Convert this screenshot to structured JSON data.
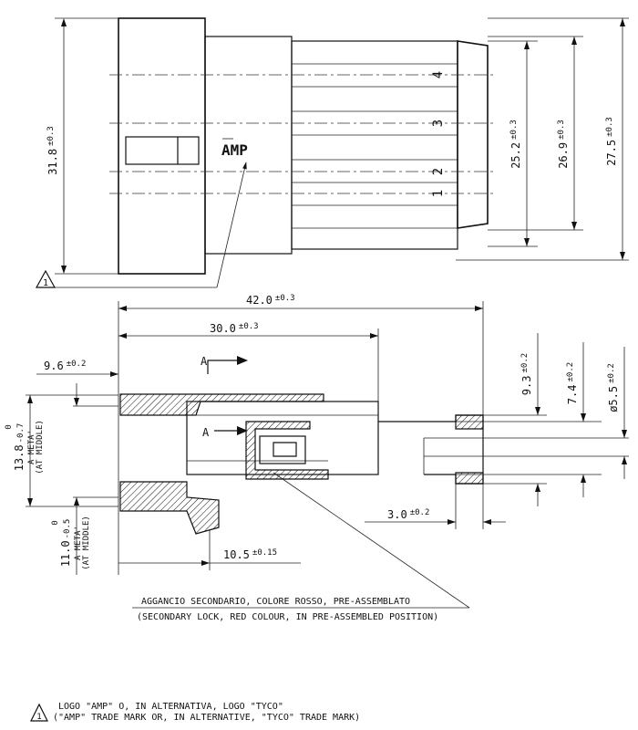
{
  "top_view": {
    "logo": "AMP",
    "logo_mark": "¨",
    "circuit_numbers": [
      "4",
      "3",
      "2",
      "1"
    ],
    "dims": {
      "height_overall": {
        "value": "31.8",
        "tol": "±0.3"
      },
      "pitch_span": {
        "value": "25.2",
        "tol": "±0.3"
      },
      "plate_inner": {
        "value": "26.9",
        "tol": "±0.3"
      },
      "plate_outer": {
        "value": "27.5",
        "tol": "±0.3"
      }
    },
    "flag": "1"
  },
  "section_view": {
    "section_label_top": "A",
    "section_label_mid": "A",
    "dims": {
      "length_overall": {
        "value": "42.0",
        "tol": "±0.3"
      },
      "length_body": {
        "value": "30.0",
        "tol": "±0.3"
      },
      "flange": {
        "value": "9.6",
        "tol": "±0.2"
      },
      "d1": {
        "value": "9.3",
        "tol": "±0.2"
      },
      "d2": {
        "value": "7.4",
        "tol": "±0.2"
      },
      "d3": {
        "value": "ø5.5",
        "tol": "±0.2"
      },
      "tail": {
        "value": "3.0",
        "tol": "±0.2"
      },
      "lock_pos": {
        "value": "10.5",
        "tol": "±0.15"
      },
      "mid_upper": {
        "value": "13.8",
        "tol_low": "-0.7",
        "tol_high": "0",
        "note1": "A META'",
        "note2": "(AT MIDDLE)"
      },
      "mid_lower": {
        "value": "11.0",
        "tol_low": "-0.5",
        "tol_high": "0",
        "note1": "A META'",
        "note2": "(AT MIDDLE)"
      }
    }
  },
  "callout": {
    "line1": "AGGANCIO SECONDARIO, COLORE ROSSO, PRE-ASSEMBLATO",
    "line2": "(SECONDARY LOCK, RED COLOUR, IN PRE-ASSEMBLED POSITION)"
  },
  "footnote": {
    "flag": "1",
    "line1": "LOGO \"AMP\" O, IN ALTERNATIVA, LOGO \"TYCO\"",
    "line2": "(\"AMP\" TRADE MARK OR, IN ALTERNATIVE, \"TYCO\" TRADE MARK)"
  }
}
